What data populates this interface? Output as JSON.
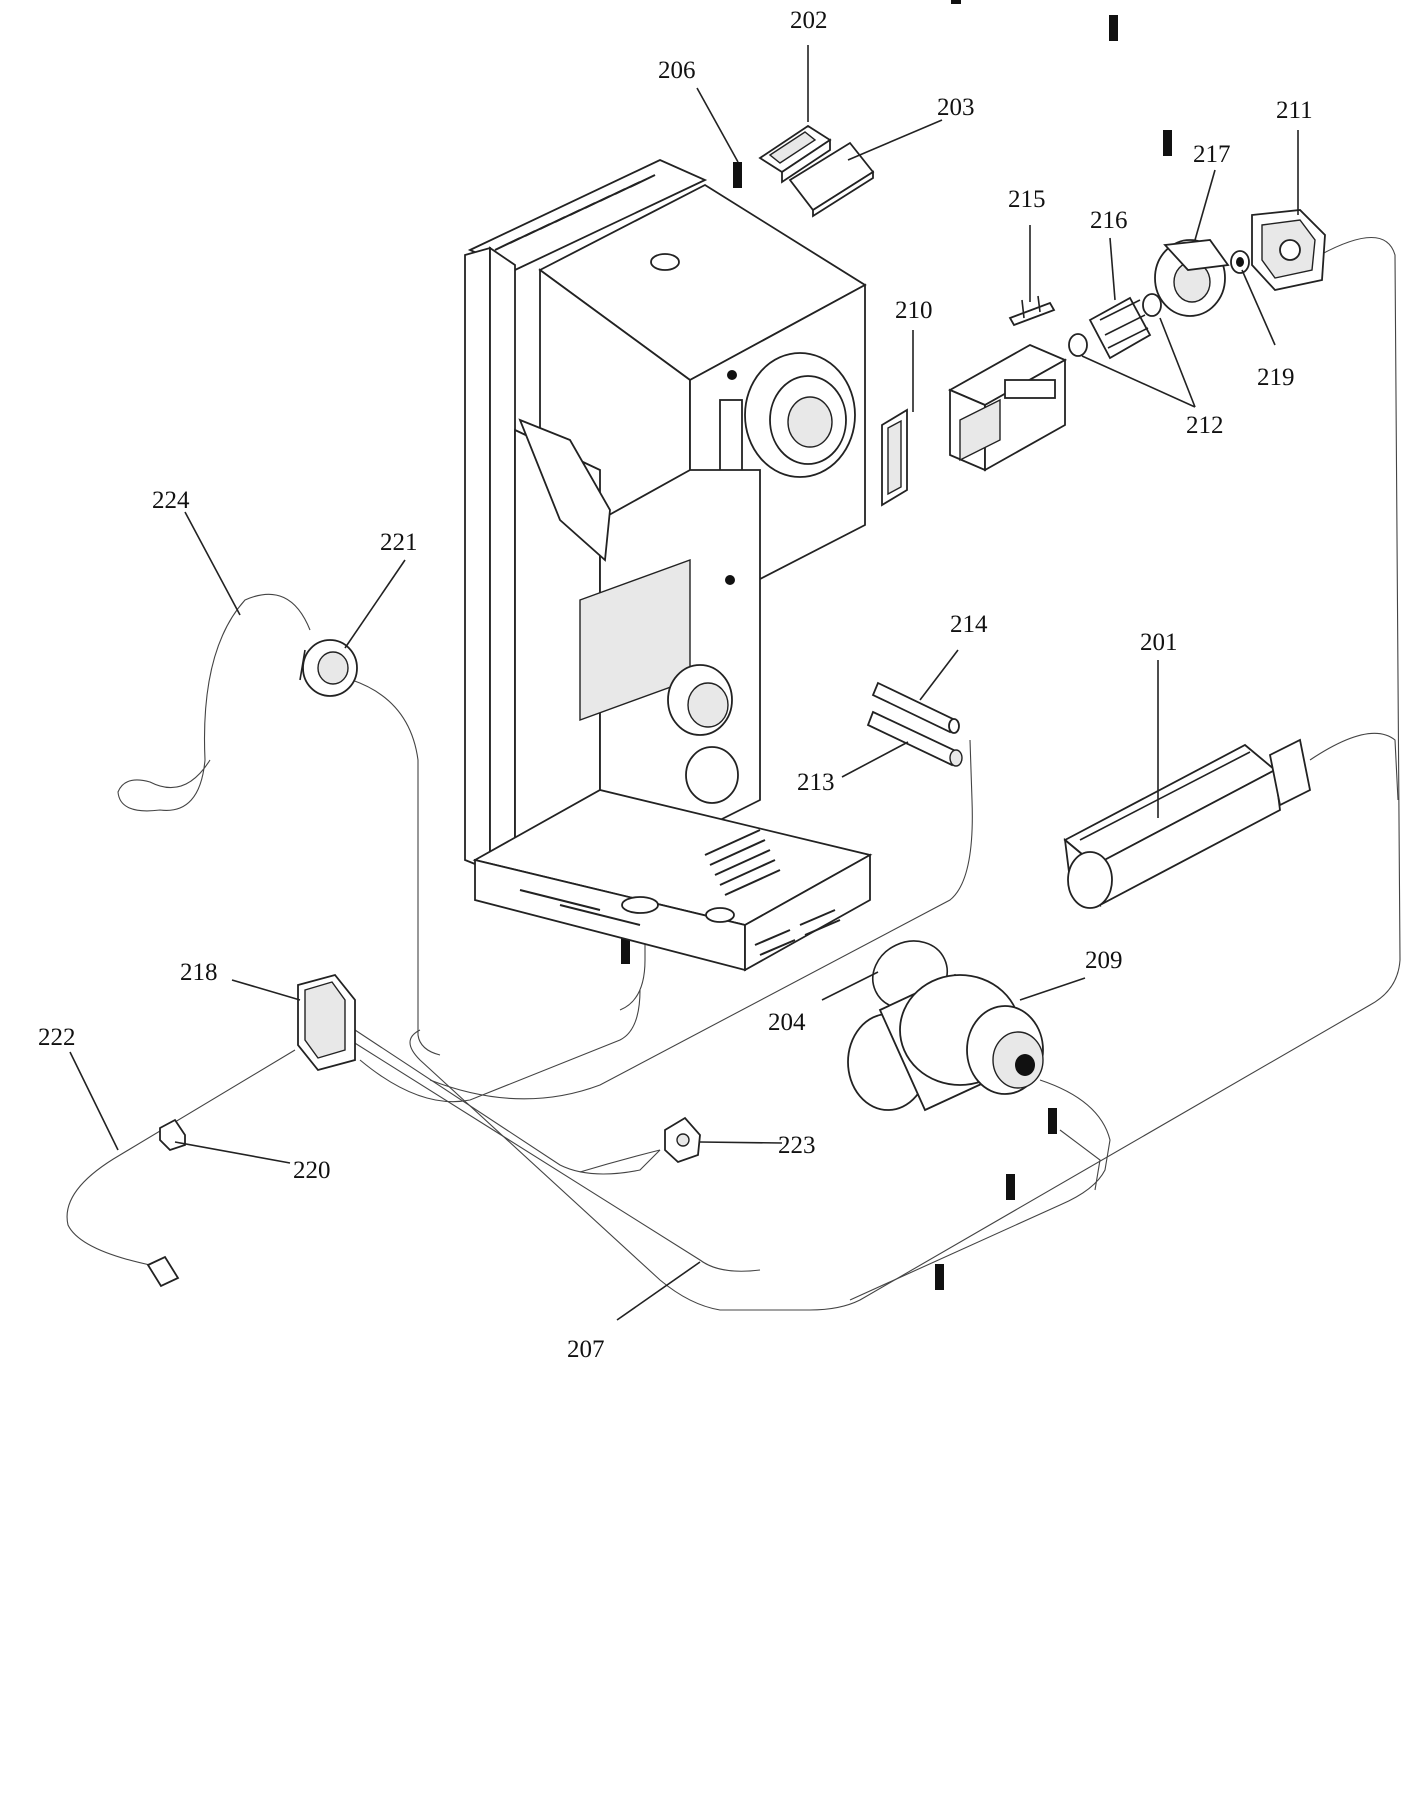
{
  "diagram": {
    "labels": {
      "l201": "201",
      "l202": "202",
      "l203": "203",
      "l204": "204",
      "l206": "206",
      "l207": "207",
      "l209": "209",
      "l210": "210",
      "l211": "211",
      "l212": "212",
      "l213": "213",
      "l214": "214",
      "l215": "215",
      "l216": "216",
      "l217": "217",
      "l218": "218",
      "l219": "219",
      "l220": "220",
      "l221": "221",
      "l222": "222",
      "l223": "223",
      "l224": "224"
    }
  }
}
